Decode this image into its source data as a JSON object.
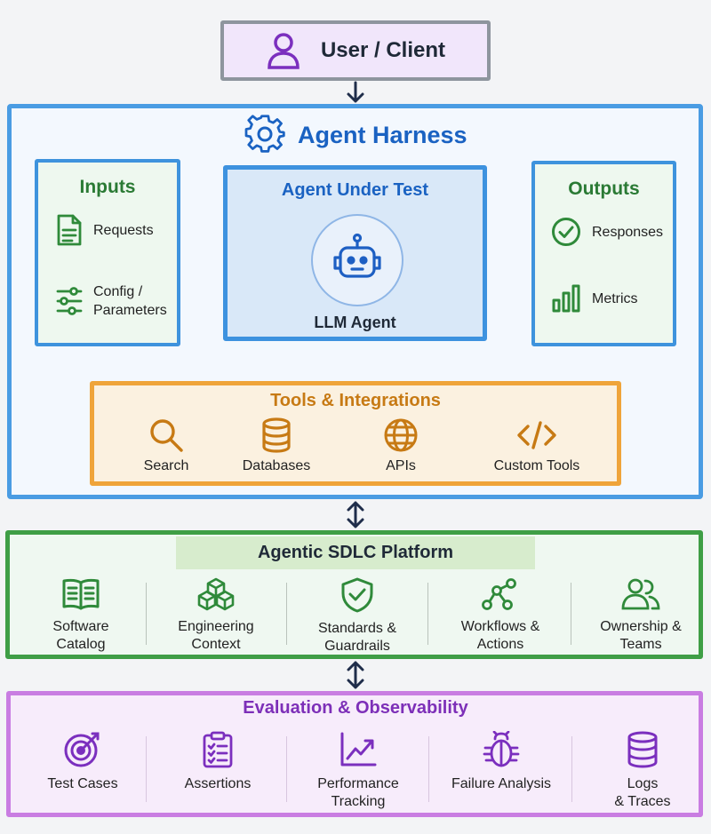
{
  "user": {
    "label": "User / Client"
  },
  "harness": {
    "title": "Agent Harness"
  },
  "inputs": {
    "title": "Inputs",
    "items": [
      {
        "label": "Requests",
        "icon": "document-icon"
      },
      {
        "label_line1": "Config /",
        "label_line2": "Parameters",
        "icon": "sliders-icon"
      }
    ]
  },
  "agent": {
    "title": "Agent Under Test",
    "label": "LLM Agent",
    "icon": "robot-icon"
  },
  "outputs": {
    "title": "Outputs",
    "items": [
      {
        "label": "Responses",
        "icon": "check-circle-icon"
      },
      {
        "label": "Metrics",
        "icon": "bar-chart-icon"
      }
    ]
  },
  "tools": {
    "title": "Tools & Integrations",
    "items": [
      {
        "label": "Search",
        "icon": "search-icon"
      },
      {
        "label": "Databases",
        "icon": "database-icon"
      },
      {
        "label": "APIs",
        "icon": "globe-icon"
      },
      {
        "label": "Custom Tools",
        "icon": "code-icon"
      }
    ]
  },
  "platform": {
    "title": "Agentic SDLC Platform",
    "items": [
      {
        "line1": "Software",
        "line2": "Catalog",
        "icon": "book-icon"
      },
      {
        "line1": "Engineering",
        "line2": "Context",
        "icon": "cubes-icon"
      },
      {
        "line1": "Standards &",
        "line2": "Guardrails",
        "icon": "shield-check-icon"
      },
      {
        "line1": "Workflows &",
        "line2": "Actions",
        "icon": "workflow-icon"
      },
      {
        "line1": "Ownership &",
        "line2": "Teams",
        "icon": "team-icon"
      }
    ]
  },
  "evaluation": {
    "title": "Evaluation & Observability",
    "items": [
      {
        "line1": "Test Cases",
        "line2": "",
        "icon": "target-icon"
      },
      {
        "line1": "Assertions",
        "line2": "",
        "icon": "checklist-icon"
      },
      {
        "line1": "Performance",
        "line2": "Tracking",
        "icon": "trend-icon"
      },
      {
        "line1": "Failure Analysis",
        "line2": "",
        "icon": "bug-icon"
      },
      {
        "line1": "Logs",
        "line2": "& Traces",
        "icon": "logs-icon"
      }
    ]
  },
  "colors": {
    "harness_border": "#4a9ce3",
    "tools_border": "#efa43a",
    "platform_border": "#3f9e46",
    "evaluation_border": "#c97de2",
    "purple_icon": "#7b2fbe",
    "green_icon": "#2f8a3a",
    "blue_title": "#1a62c2"
  }
}
